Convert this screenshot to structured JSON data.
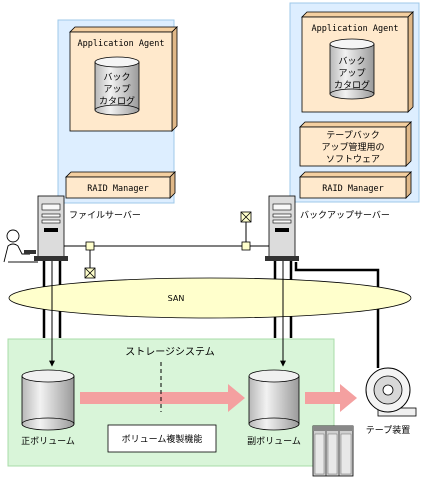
{
  "left_server_panel": {
    "agent_title": "Application Agent",
    "catalog_lines": [
      "バック",
      "アップ",
      "カタログ"
    ],
    "raid_label": "RAID Manager",
    "server_label": "ファイルサーバー"
  },
  "right_server_panel": {
    "agent_title": "Application Agent",
    "catalog_lines": [
      "バック",
      "アップ",
      "カタログ"
    ],
    "tape_software_lines": [
      "テープバック",
      "アップ管理用の",
      "ソフトウェア"
    ],
    "raid_label": "RAID Manager",
    "server_label": "バックアップサーバー"
  },
  "san_label": "SAN",
  "storage": {
    "title": "ストレージシステム",
    "primary_volume": "正ボリューム",
    "secondary_volume": "副ボリューム",
    "replication_function": "ボリューム複製機能"
  },
  "tape_device": "テープ装置",
  "colors": {
    "panel_fill": "#ddeeff",
    "panel_border": "#9fc8e8",
    "box_fill": "#ffe9cc",
    "storage_fill": "#d9f5d9",
    "san_fill": "#ffffcc",
    "arrow_pink": "#f4a0a0"
  }
}
